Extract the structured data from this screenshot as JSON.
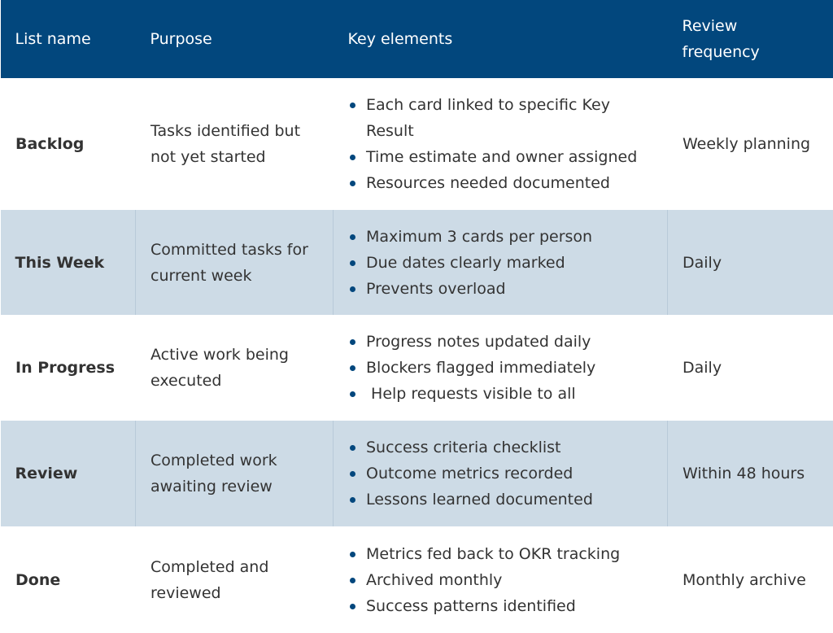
{
  "headers": [
    "List name",
    "Purpose",
    "Key elements",
    "Review frequency"
  ],
  "rows": [
    {
      "name": "Backlog",
      "purpose": "Tasks identified but not yet started",
      "elements": [
        "Each card linked to specific Key Result",
        "Time estimate and owner assigned",
        "Resources needed documented"
      ],
      "frequency": "Weekly planning"
    },
    {
      "name": "This Week",
      "purpose": "Committed tasks for current week",
      "elements": [
        "Maximum 3 cards per person",
        "Due dates clearly marked",
        "Prevents overload"
      ],
      "frequency": "Daily"
    },
    {
      "name": "In Progress",
      "purpose": "Active work being executed",
      "elements": [
        "Progress notes updated daily",
        "Blockers flagged immediately",
        " Help requests visible to all"
      ],
      "frequency": "Daily"
    },
    {
      "name": "Review",
      "purpose": "Completed work awaiting review",
      "elements": [
        "Success criteria checklist",
        "Outcome metrics recorded",
        "Lessons learned documented"
      ],
      "frequency": "Within 48 hours"
    },
    {
      "name": "Done",
      "purpose": "Completed and reviewed",
      "elements": [
        "Metrics fed back to OKR tracking",
        "Archived monthly",
        "Success patterns identified"
      ],
      "frequency": "Monthly archive"
    }
  ],
  "colors": {
    "header": "#02477d",
    "alt_row": "#cddbe6"
  }
}
